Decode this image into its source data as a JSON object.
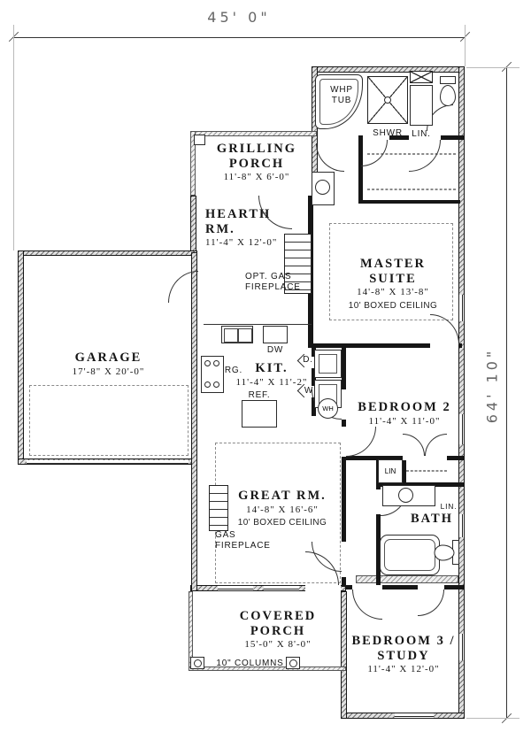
{
  "drawing": {
    "type": "house floor plan",
    "overall_width": "45'  0\"",
    "overall_depth": "64'  10\""
  },
  "rooms": {
    "grilling_porch": {
      "name": "GRILLING\nPORCH",
      "size": "11'-8\" X 6'-0\""
    },
    "hearth": {
      "name": "HEARTH\nRM.",
      "size": "11'-4\" X 12'-0\""
    },
    "master": {
      "name": "MASTER\nSUITE",
      "size": "14'-8\" X 13'-8\"",
      "ceiling": "10' BOXED CEILING"
    },
    "garage": {
      "name": "GARAGE",
      "size": "17'-8\" X 20'-0\""
    },
    "kitchen": {
      "name": "KIT.",
      "size": "11'-4\" X 11'-2\""
    },
    "bedroom2": {
      "name": "BEDROOM 2",
      "size": "11'-4\" X 11'-0\""
    },
    "great": {
      "name": "GREAT RM.",
      "size": "14'-8\" X 16'-6\"",
      "ceiling": "10' BOXED CEILING"
    },
    "bath": {
      "name": "BATH"
    },
    "covered_porch": {
      "name": "COVERED\nPORCH",
      "size": "15'-0\" X 8'-0\""
    },
    "bedroom3": {
      "name": "BEDROOM 3 /\nSTUDY",
      "size": "11'-4\" X 12'-0\""
    }
  },
  "fixtures": {
    "whp_tub": "WHP\nTUB",
    "shower": "SHWR",
    "linen_top": "LIN.",
    "opt_fireplace": "OPT. GAS\nFIREPLACE",
    "gas_fireplace": "GAS\nFIREPLACE",
    "dishwasher": "DW",
    "range": "RG.",
    "refrigerator": "REF.",
    "dryer": "D.",
    "washer": "W",
    "water_heater": "WH",
    "linen_hall": "LIN",
    "linen_bath": "LIN.",
    "columns": "10\" COLUMNS"
  },
  "colors": {
    "ink": "#161616",
    "dim_text": "#666666",
    "hatch": "#6f6f6f"
  }
}
